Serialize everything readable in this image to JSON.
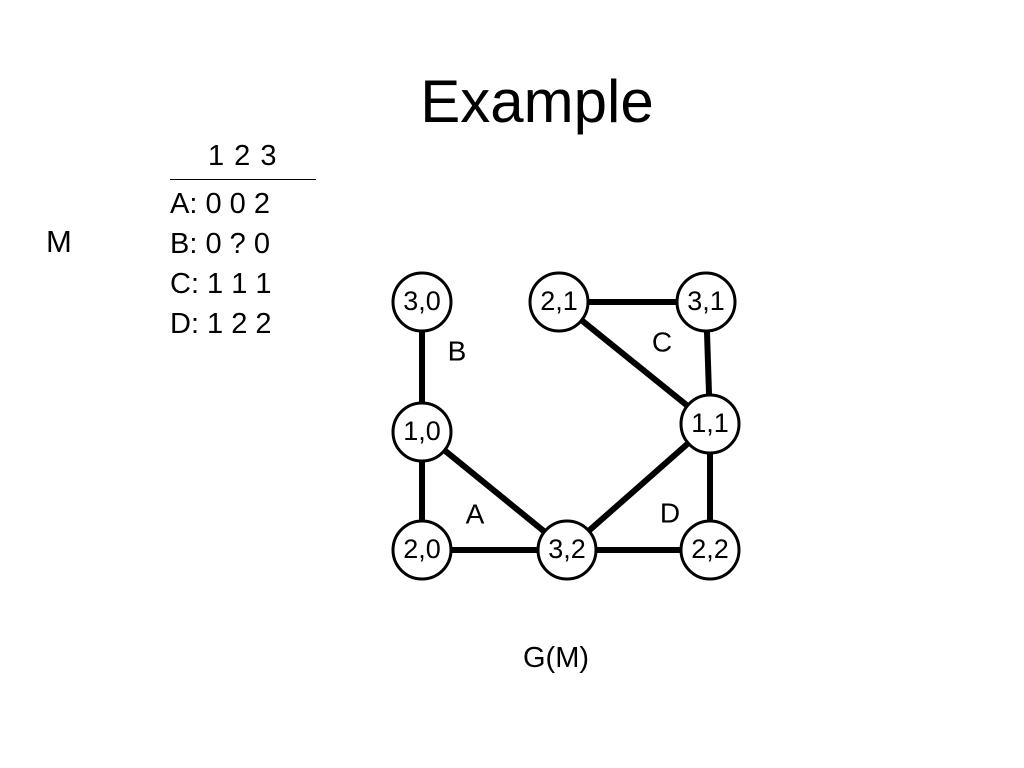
{
  "title": "Example",
  "matrix": {
    "label": "M",
    "header": "1 2 3",
    "rows": [
      "A: 0 0 2",
      "B: 0 ? 0",
      "C: 1 1 1",
      "D: 1 2 2"
    ]
  },
  "graph": {
    "caption": "G(M)",
    "nodes": [
      {
        "id": "n30",
        "label": "3,0"
      },
      {
        "id": "n21",
        "label": "2,1"
      },
      {
        "id": "n31",
        "label": "3,1"
      },
      {
        "id": "n10",
        "label": "1,0"
      },
      {
        "id": "n11",
        "label": "1,1"
      },
      {
        "id": "n20",
        "label": "2,0"
      },
      {
        "id": "n32",
        "label": "3,2"
      },
      {
        "id": "n22",
        "label": "2,2"
      }
    ],
    "edges": [
      {
        "from": "n30",
        "to": "n10"
      },
      {
        "from": "n10",
        "to": "n20"
      },
      {
        "from": "n10",
        "to": "n32"
      },
      {
        "from": "n20",
        "to": "n32"
      },
      {
        "from": "n32",
        "to": "n22"
      },
      {
        "from": "n32",
        "to": "n11"
      },
      {
        "from": "n11",
        "to": "n22"
      },
      {
        "from": "n11",
        "to": "n31"
      },
      {
        "from": "n21",
        "to": "n31"
      },
      {
        "from": "n21",
        "to": "n11"
      }
    ],
    "regions": [
      {
        "id": "B",
        "label": "B"
      },
      {
        "id": "C",
        "label": "C"
      },
      {
        "id": "A",
        "label": "A"
      },
      {
        "id": "D",
        "label": "D"
      }
    ]
  }
}
